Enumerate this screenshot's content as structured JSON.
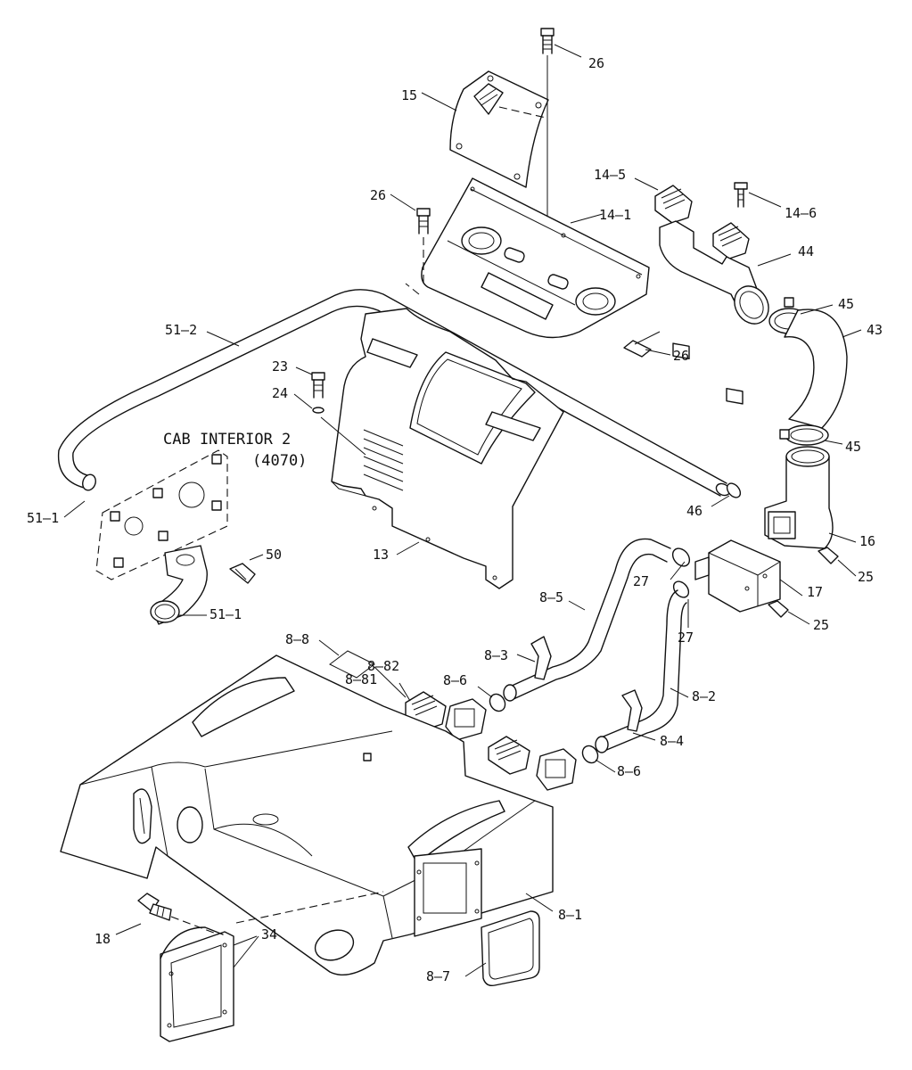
{
  "diagram": {
    "reference": {
      "line1": "CAB INTERIOR 2",
      "line2": "(4070)"
    },
    "callouts": {
      "c26a": "26",
      "c15": "15",
      "c14_5": "14–5",
      "c14_6": "14–6",
      "c26b": "26",
      "c14_1": "14–1",
      "c44": "44",
      "c51_2": "51–2",
      "c45a": "45",
      "c43": "43",
      "c26c": "26",
      "c23": "23",
      "c24": "24",
      "c45b": "45",
      "c46": "46",
      "c51_1a": "51–1",
      "c16": "16",
      "c50": "50",
      "c13": "13",
      "c25a": "25",
      "c27a": "27",
      "c17": "17",
      "c51_1b": "51–1",
      "c8_5": "8–5",
      "c25b": "25",
      "c27b": "27",
      "c8_8": "8–8",
      "c8_82": "8–82",
      "c8_3": "8–3",
      "c8_81": "8–81",
      "c8_6a": "8–6",
      "c8_2": "8–2",
      "c8_4": "8–4",
      "c8_6b": "8–6",
      "c8_1": "8–1",
      "c18": "18",
      "c34": "34",
      "c8_7": "8–7"
    }
  }
}
